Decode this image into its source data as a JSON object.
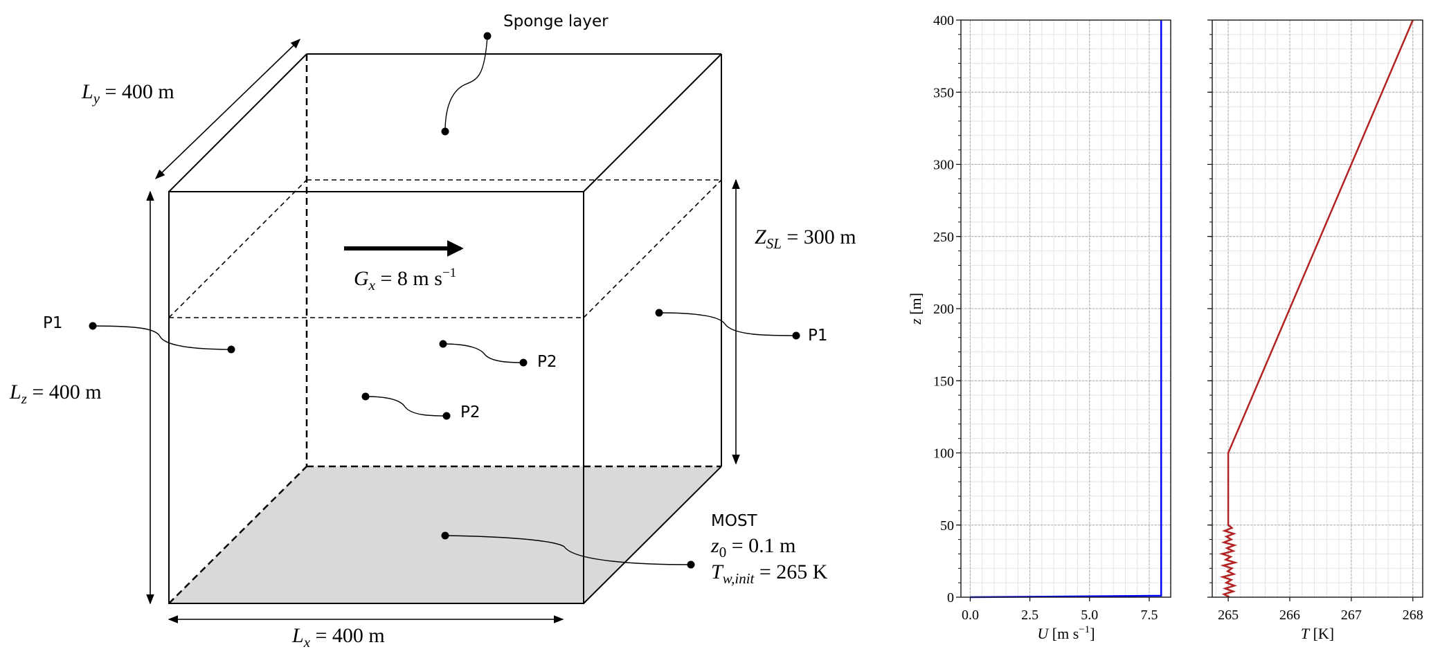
{
  "diagram": {
    "sponge_label": "Sponge layer",
    "ly": {
      "sym": "L",
      "sub": "y",
      "rest": " = 400 m"
    },
    "lz": {
      "sym": "L",
      "sub": "z",
      "rest": " = 400 m"
    },
    "lx": {
      "sym": "L",
      "sub": "x",
      "rest": " = 400 m"
    },
    "zsl": {
      "sym": "Z",
      "sub": "SL",
      "rest": " = 300 m"
    },
    "gx": {
      "sym": "G",
      "sub": "x",
      "rest": " = 8 m s",
      "sup": "−1"
    },
    "p1_left": "P1",
    "p1_right": "P1",
    "p2_upper": "P2",
    "p2_lower": "P2",
    "most": {
      "title": "MOST",
      "z0": {
        "sym": "z",
        "sub": "0",
        "rest": " = 0.1 m"
      },
      "tw": {
        "sym": "T",
        "sub": "w,init",
        "rest": " = 265 K"
      }
    },
    "floor_color": "#d9d9d9"
  },
  "chart_data": [
    {
      "type": "line",
      "title": "",
      "xlabel": {
        "sym": "U",
        "rest": " [m s",
        "sup": "−1",
        "close": "]"
      },
      "ylabel": {
        "sym": "z",
        "rest": " [m]"
      },
      "xlim": [
        -0.39,
        8.4
      ],
      "ylim": [
        0,
        400
      ],
      "xticks": [
        0,
        2.5,
        5,
        7.5
      ],
      "xtick_labels": [
        "0.0",
        "2.5",
        "5.0",
        "7.5"
      ],
      "yticks": [
        0,
        50,
        100,
        150,
        200,
        250,
        300,
        350,
        400
      ],
      "yminor_step": 10,
      "xminor_step": 0.5,
      "grid": true,
      "series": [
        {
          "name": "U",
          "color": "#0000ff",
          "x": [
            0,
            8,
            8
          ],
          "y": [
            0,
            1,
            400
          ]
        }
      ]
    },
    {
      "type": "line",
      "title": "",
      "xlabel": {
        "sym": "T",
        "rest": " [K]"
      },
      "xlim": [
        264.74,
        268.16
      ],
      "ylim": [
        0,
        400
      ],
      "xticks": [
        265,
        266,
        267,
        268
      ],
      "xtick_labels": [
        "265",
        "266",
        "267",
        "268"
      ],
      "yticks": [
        0,
        50,
        100,
        150,
        200,
        250,
        300,
        350,
        400
      ],
      "yminor_step": 10,
      "xminor_step": 0.2,
      "grid": true,
      "series": [
        {
          "name": "T",
          "color": "#b22222",
          "x": [
            265.02,
            264.93,
            265.08,
            264.95,
            265.1,
            264.97,
            265.05,
            264.91,
            265.09,
            264.99,
            265.06,
            264.92,
            265.11,
            264.96,
            265.04,
            264.9,
            265.08,
            264.98,
            265.1,
            264.93,
            265.05,
            264.97,
            265.09,
            264.94,
            265.06,
            265.0,
            265.0,
            265.0,
            268.0
          ],
          "y": [
            0,
            2,
            4,
            6,
            8,
            10,
            12,
            14,
            16,
            18,
            20,
            22,
            24,
            26,
            28,
            30,
            32,
            34,
            36,
            38,
            40,
            42,
            44,
            46,
            48,
            50,
            50,
            100,
            400
          ]
        }
      ]
    }
  ]
}
